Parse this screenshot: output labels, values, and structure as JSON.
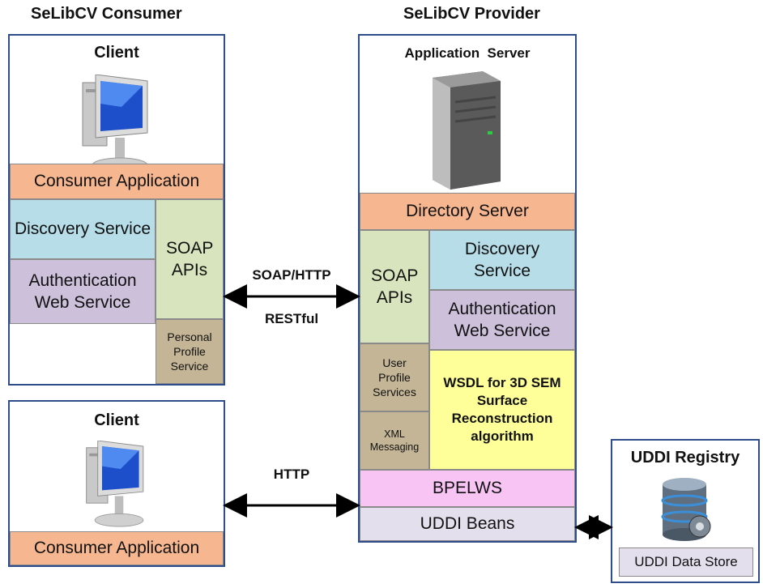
{
  "consumer": {
    "heading": "SeLibCV Consumer",
    "client1": {
      "title": "Client",
      "consumer_app": "Consumer Application",
      "discovery": "Discovery Service",
      "auth": "Authentication Web Service",
      "soap": "SOAP APIs",
      "personal": "Personal Profile Service"
    },
    "client2": {
      "title": "Client",
      "consumer_app": "Consumer Application"
    }
  },
  "provider": {
    "heading": "SeLibCV Provider",
    "app_server": "Application  Server",
    "directory": "Directory Server",
    "soap": "SOAP APIs",
    "discovery": "Discovery Service",
    "auth": "Authentication Web Service",
    "user_profile": "User Profile Services",
    "xml": "XML Messaging",
    "wsdl": "WSDL for 3D SEM Surface Reconstruction algorithm",
    "bpelws": "BPELWS",
    "uddi_beans": "UDDI Beans"
  },
  "registry": {
    "title": "UDDI Registry",
    "store": "UDDI Data Store"
  },
  "connections": {
    "soap_http": "SOAP/HTTP",
    "restful": "RESTful",
    "http": "HTTP"
  },
  "icons": [
    "computer-icon",
    "server-tower-icon",
    "database-icon"
  ]
}
